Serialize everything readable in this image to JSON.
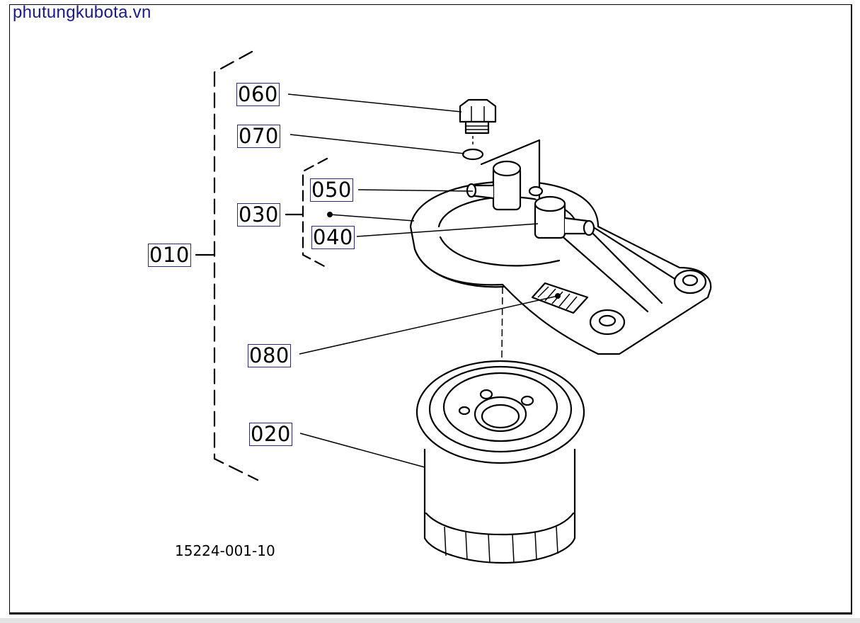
{
  "watermark": "phutungkubota.vn",
  "drawing_number": "15224-001-10",
  "callouts": {
    "c010": "010",
    "c020": "020",
    "c030": "030",
    "c040": "040",
    "c050": "050",
    "c060": "060",
    "c070": "070",
    "c080": "080"
  }
}
